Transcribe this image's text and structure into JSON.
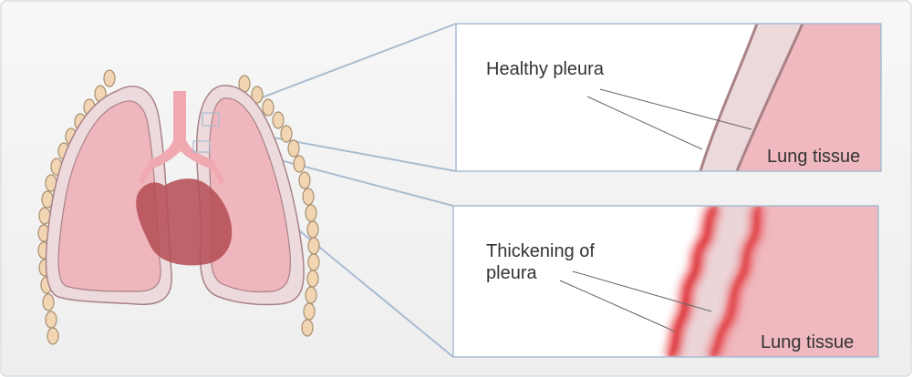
{
  "labels": {
    "healthy_pleura": "Healthy pleura",
    "thickening_line1": "Thickening of",
    "thickening_line2": "pleura",
    "lung_tissue_top": "Lung tissue",
    "lung_tissue_bottom": "Lung tissue"
  },
  "colors": {
    "frame_border": "#d9dde2",
    "panel_border": "#a9bcd0",
    "lung_tissue": "#efb9bf",
    "pleura_outer": "#e8c8cb",
    "pleura_edge": "#a98286",
    "heart": "#b64e56",
    "inflammation": "#e53a3f",
    "rib": "#f2d5b3",
    "text": "#333333"
  }
}
